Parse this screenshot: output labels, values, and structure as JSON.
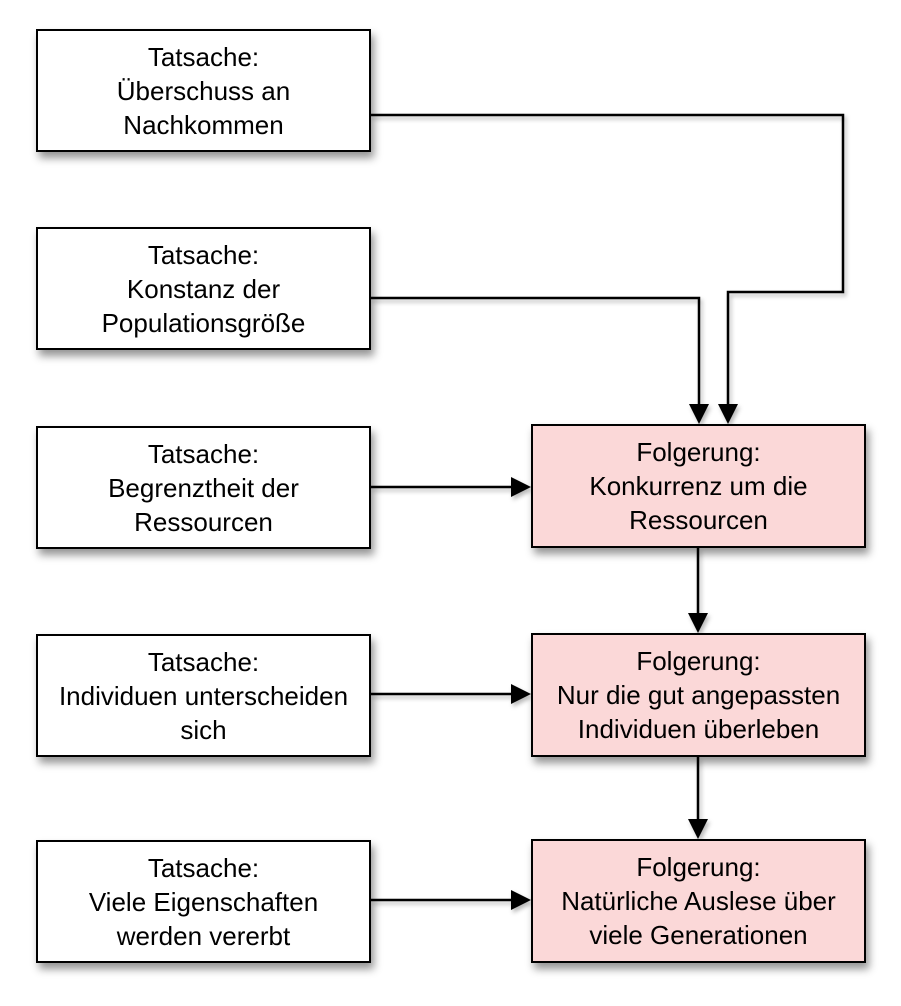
{
  "diagram": {
    "colors": {
      "fact_fill": "#ffffff",
      "conclusion_fill": "#fbd8d8",
      "border_color": "#000000",
      "line_color": "#000000",
      "canvas_bg": "#ffffff"
    },
    "fact_boxes": [
      {
        "text": "Tatsache:\nÜberschuss an\nNachkommen"
      },
      {
        "text": "Tatsache:\nKonstanz der\nPopulationsgröße"
      },
      {
        "text": "Tatsache:\nBegrenztheit der\nRessourcen"
      },
      {
        "text": "Tatsache:\nIndividuen unterscheiden\nsich"
      },
      {
        "text": "Tatsache:\nViele Eigenschaften\nwerden vererbt"
      }
    ],
    "conclusion_boxes": [
      {
        "text": "Folgerung:\nKonkurrenz um die\nRessourcen"
      },
      {
        "text": "Folgerung:\nNur die gut angepassten\nIndividuen überleben"
      },
      {
        "text": "Folgerung:\nNatürliche Auslese über\nviele Generationen"
      }
    ]
  }
}
